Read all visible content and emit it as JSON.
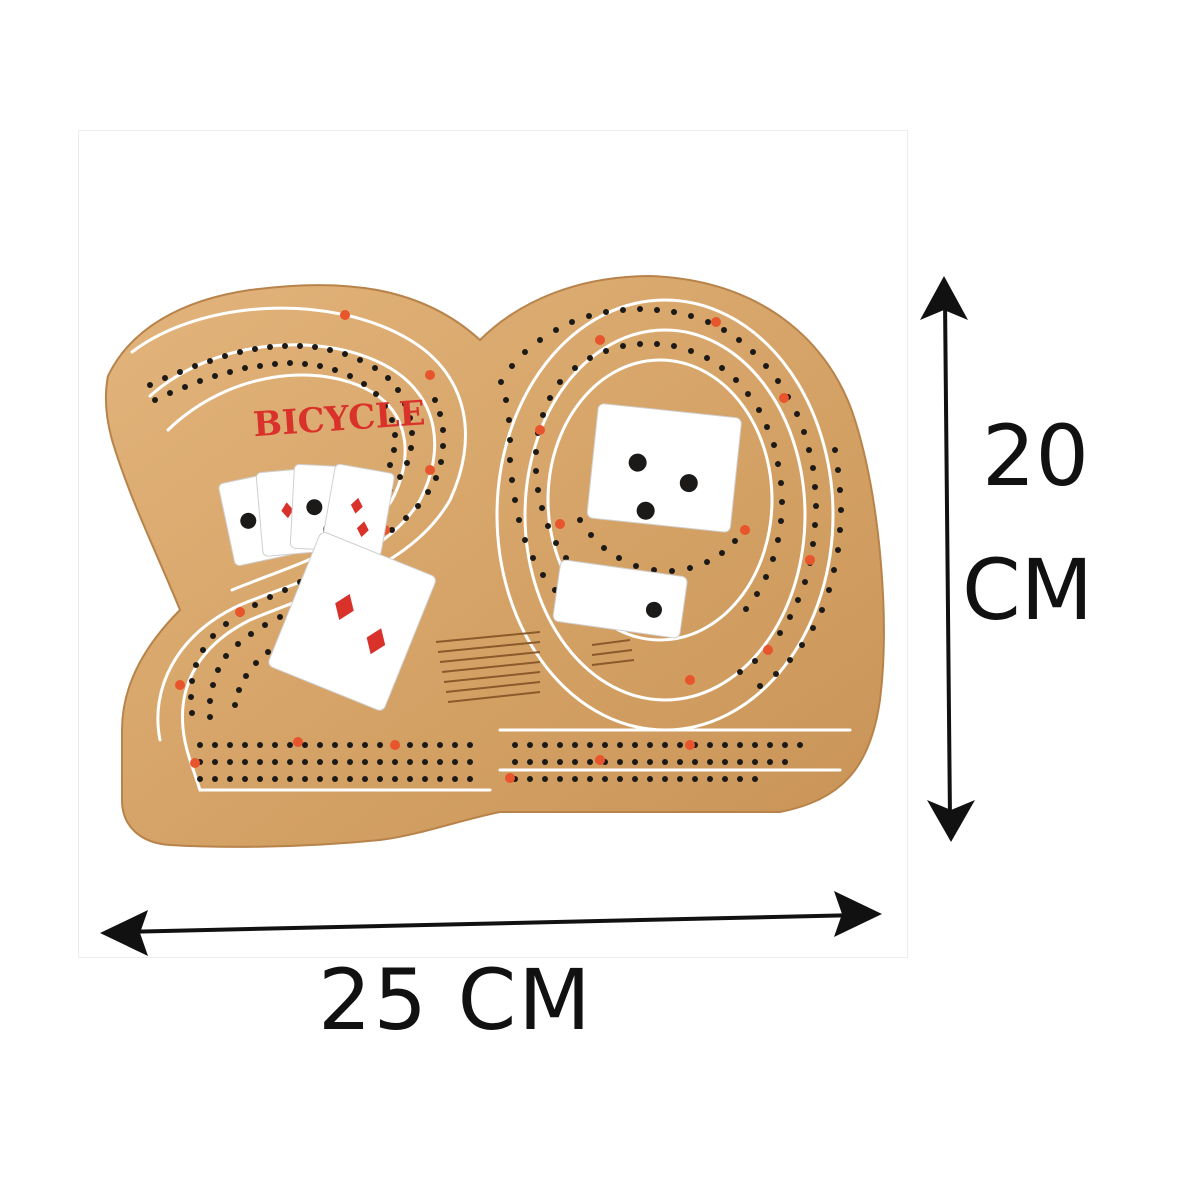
{
  "product": {
    "brand_logo": "BICYCLE",
    "logo_color": "#d9322b",
    "wood_color": "#d9a86f",
    "groove_color": "#ffffff",
    "peg_hole_color": "#1c1a18",
    "marker_color": "#e8542c"
  },
  "dimensions": {
    "width_label": "25 CM",
    "height_value": "20",
    "height_unit": "CM"
  }
}
